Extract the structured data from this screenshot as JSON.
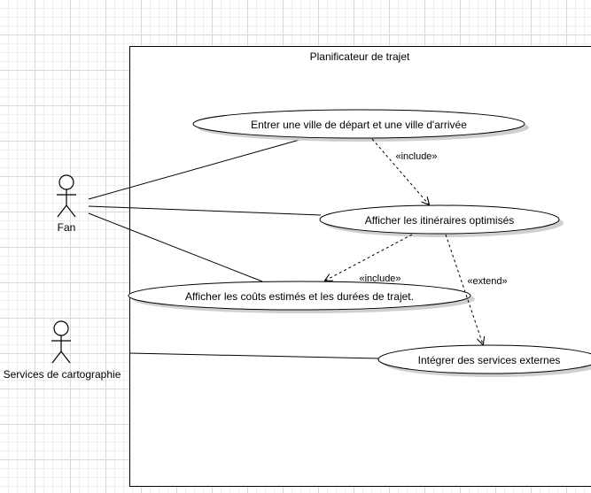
{
  "system": {
    "title": "Planificateur de trajet"
  },
  "actors": {
    "fan": "Fan",
    "mapping": "Services de cartographie"
  },
  "use_cases": {
    "enter_cities": "Entrer une ville de départ et une ville d'arrivée",
    "show_routes": "Afficher les itinéraires optimisés",
    "show_costs": "Afficher les coûts estimés et les durées de trajet.",
    "integrate_services": "Intégrer des services externes"
  },
  "relations": {
    "include_1": "«include»",
    "include_2": "«include»",
    "extend": "«extend»"
  },
  "colors": {
    "stroke": "#000000",
    "fill": "#ffffff",
    "shadow": "#bbbbbb"
  }
}
